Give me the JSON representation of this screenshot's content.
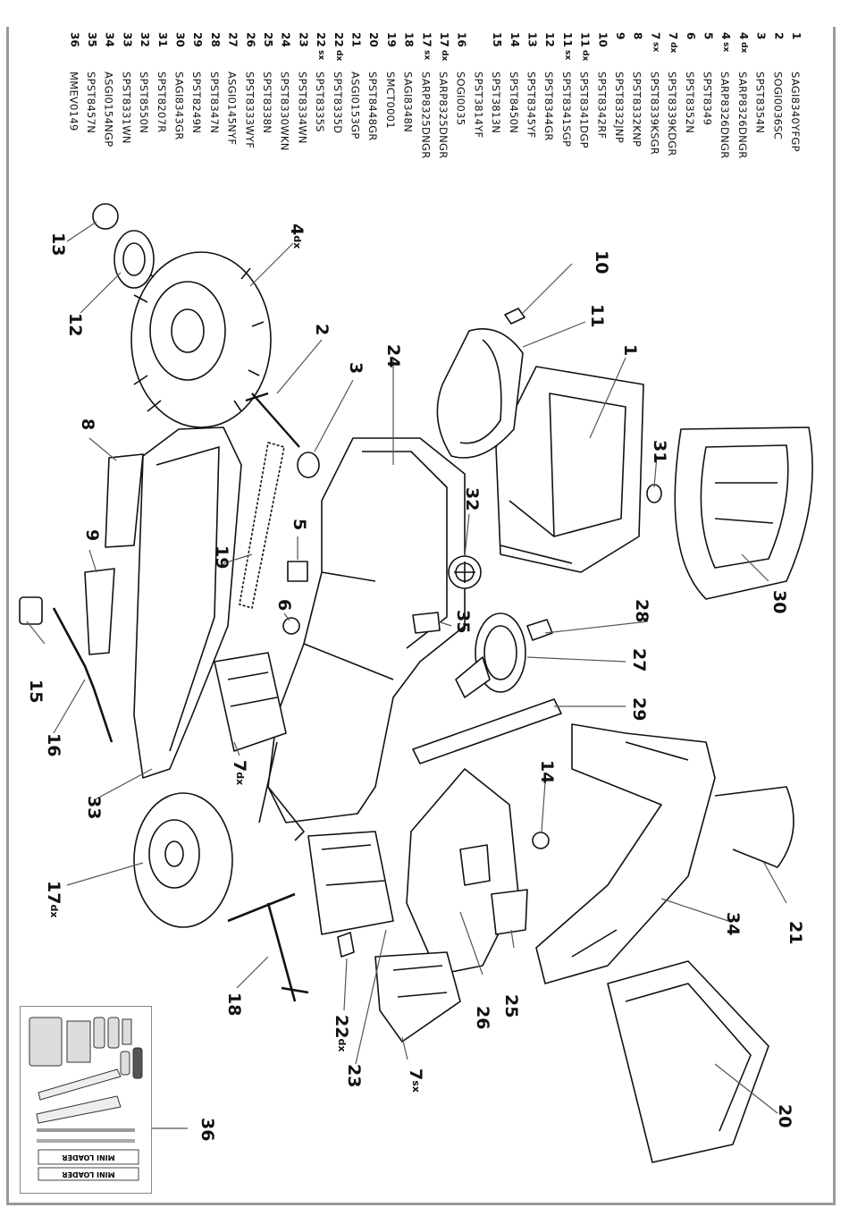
{
  "parts_list": [
    {
      "num": "1",
      "suffix": "",
      "code": "SAGI8340YFGP"
    },
    {
      "num": "2",
      "suffix": "",
      "code": "SOGI0036SC"
    },
    {
      "num": "3",
      "suffix": "",
      "code": "SPST8354N"
    },
    {
      "num": "4",
      "suffix": "dx",
      "code": "SARP8326DNGR"
    },
    {
      "num": "4",
      "suffix": "sx",
      "code": "SARP8326DNGR"
    },
    {
      "num": "5",
      "suffix": "",
      "code": "SPST8349"
    },
    {
      "num": "6",
      "suffix": "",
      "code": "SPST8352N"
    },
    {
      "num": "7",
      "suffix": "dx",
      "code": "SPST8339KDGR"
    },
    {
      "num": "7",
      "suffix": "sx",
      "code": "SPST8339KSGR"
    },
    {
      "num": "8",
      "suffix": "",
      "code": "SPST8332KNP"
    },
    {
      "num": "9",
      "suffix": "",
      "code": "SPST8332JNP"
    },
    {
      "num": "10",
      "suffix": "",
      "code": "SPST8342RF"
    },
    {
      "num": "11",
      "suffix": "dx",
      "code": "SPST8341DGP"
    },
    {
      "num": "11",
      "suffix": "sx",
      "code": "SPST8341SGP"
    },
    {
      "num": "12",
      "suffix": "",
      "code": "SPST8344GR"
    },
    {
      "num": "13",
      "suffix": "",
      "code": "SPST8345YF"
    },
    {
      "num": "14",
      "suffix": "",
      "code": "SPST8450N"
    },
    {
      "num": "15",
      "suffix": "",
      "code": "SPST3813N"
    },
    {
      "num": "",
      "suffix": "",
      "code": "SPST3814YF"
    },
    {
      "num": "16",
      "suffix": "",
      "code": "SOGI0035"
    },
    {
      "num": "17",
      "suffix": "dx",
      "code": "SARP8325DNGR"
    },
    {
      "num": "17",
      "suffix": "sx",
      "code": "SARP8325DNGR"
    },
    {
      "num": "18",
      "suffix": "",
      "code": "SAGI8348N"
    },
    {
      "num": "19",
      "suffix": "",
      "code": "SMCT0001"
    },
    {
      "num": "20",
      "suffix": "",
      "code": "SPST8448GR"
    },
    {
      "num": "21",
      "suffix": "",
      "code": "ASGI0153GP"
    },
    {
      "num": "22",
      "suffix": "dx",
      "code": "SPST8335D"
    },
    {
      "num": "22",
      "suffix": "sx",
      "code": "SPST8335S"
    },
    {
      "num": "23",
      "suffix": "",
      "code": "SPST8334WN"
    },
    {
      "num": "24",
      "suffix": "",
      "code": "SPST8330WKN"
    },
    {
      "num": "25",
      "suffix": "",
      "code": "SPST8338N"
    },
    {
      "num": "26",
      "suffix": "",
      "code": "SPST8333WYF"
    },
    {
      "num": "27",
      "suffix": "",
      "code": "ASGI0145NYF"
    },
    {
      "num": "28",
      "suffix": "",
      "code": "SPST8347N"
    },
    {
      "num": "29",
      "suffix": "",
      "code": "SPST8249N"
    },
    {
      "num": "30",
      "suffix": "",
      "code": "SAGI8343GR"
    },
    {
      "num": "31",
      "suffix": "",
      "code": "SPST8207R"
    },
    {
      "num": "32",
      "suffix": "",
      "code": "SPST8550N"
    },
    {
      "num": "33",
      "suffix": "",
      "code": "SPST8331WN"
    },
    {
      "num": "34",
      "suffix": "",
      "code": "ASGI0154NGP"
    },
    {
      "num": "35",
      "suffix": "",
      "code": "SPST8457N"
    },
    {
      "num": "36",
      "suffix": "",
      "code": "MMEV0149"
    }
  ],
  "callouts": [
    {
      "id": "c1",
      "num": "1",
      "suffix": ""
    },
    {
      "id": "c2",
      "num": "2",
      "suffix": ""
    },
    {
      "id": "c3",
      "num": "3",
      "suffix": ""
    },
    {
      "id": "c4dx",
      "num": "4",
      "suffix": "dx"
    },
    {
      "id": "c5",
      "num": "5",
      "suffix": ""
    },
    {
      "id": "c6",
      "num": "6",
      "suffix": ""
    },
    {
      "id": "c7dx",
      "num": "7",
      "suffix": "dx"
    },
    {
      "id": "c7sx",
      "num": "7",
      "suffix": "sx"
    },
    {
      "id": "c8",
      "num": "8",
      "suffix": ""
    },
    {
      "id": "c9",
      "num": "9",
      "suffix": ""
    },
    {
      "id": "c10",
      "num": "10",
      "suffix": ""
    },
    {
      "id": "c11",
      "num": "11",
      "suffix": ""
    },
    {
      "id": "c12",
      "num": "12",
      "suffix": ""
    },
    {
      "id": "c13",
      "num": "13",
      "suffix": ""
    },
    {
      "id": "c14",
      "num": "14",
      "suffix": ""
    },
    {
      "id": "c15",
      "num": "15",
      "suffix": ""
    },
    {
      "id": "c16",
      "num": "16",
      "suffix": ""
    },
    {
      "id": "c17dx",
      "num": "17",
      "suffix": "dx"
    },
    {
      "id": "c18",
      "num": "18",
      "suffix": ""
    },
    {
      "id": "c19",
      "num": "19",
      "suffix": ""
    },
    {
      "id": "c20",
      "num": "20",
      "suffix": ""
    },
    {
      "id": "c21",
      "num": "21",
      "suffix": ""
    },
    {
      "id": "c22dx",
      "num": "22",
      "suffix": "dx"
    },
    {
      "id": "c23",
      "num": "23",
      "suffix": ""
    },
    {
      "id": "c24",
      "num": "24",
      "suffix": ""
    },
    {
      "id": "c25",
      "num": "25",
      "suffix": ""
    },
    {
      "id": "c26",
      "num": "26",
      "suffix": ""
    },
    {
      "id": "c27",
      "num": "27",
      "suffix": ""
    },
    {
      "id": "c28",
      "num": "28",
      "suffix": ""
    },
    {
      "id": "c29",
      "num": "29",
      "suffix": ""
    },
    {
      "id": "c30",
      "num": "30",
      "suffix": ""
    },
    {
      "id": "c31",
      "num": "31",
      "suffix": ""
    },
    {
      "id": "c32",
      "num": "32",
      "suffix": ""
    },
    {
      "id": "c33",
      "num": "33",
      "suffix": ""
    },
    {
      "id": "c34",
      "num": "34",
      "suffix": ""
    },
    {
      "id": "c35",
      "num": "35",
      "suffix": ""
    },
    {
      "id": "c36",
      "num": "36",
      "suffix": ""
    }
  ],
  "sticker_sheet": {
    "text_line1": "MINI",
    "text_line2": "LOADER",
    "text_full": "MINI LOADER"
  },
  "colors": {
    "frame": "#9a9a9a",
    "ink": "#111111",
    "leader": "#555555"
  }
}
